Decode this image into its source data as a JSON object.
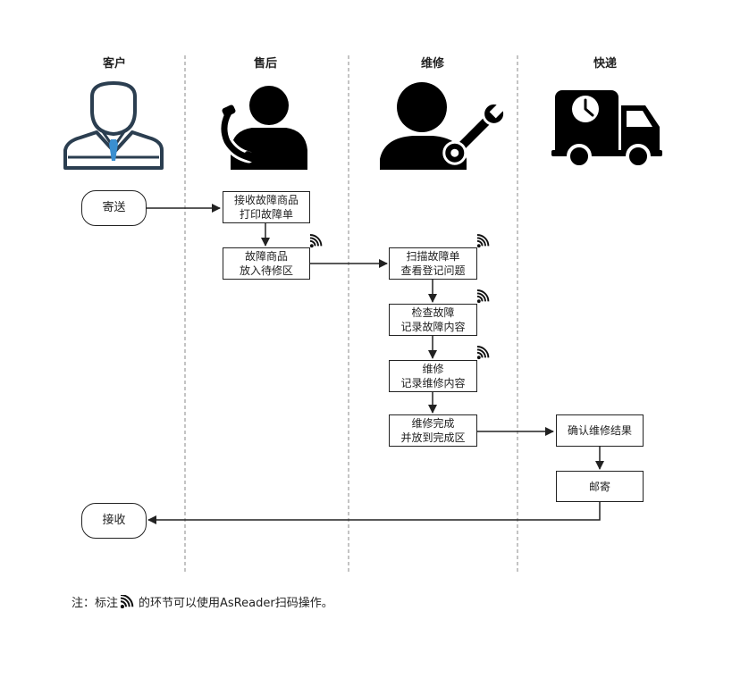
{
  "lanes": [
    {
      "title": "客户",
      "icon": "customer-icon"
    },
    {
      "title": "售后",
      "icon": "phone-support-icon"
    },
    {
      "title": "维修",
      "icon": "repair-technician-icon"
    },
    {
      "title": "快递",
      "icon": "delivery-truck-icon"
    }
  ],
  "nodes": {
    "send": {
      "line1": "寄送"
    },
    "receive_goods": {
      "line1": "接收故障商品",
      "line2": "打印故障单"
    },
    "place_pending": {
      "line1": "故障商品",
      "line2": "放入待修区"
    },
    "scan_order": {
      "line1": "扫描故障单",
      "line2": "查看登记问题"
    },
    "inspect": {
      "line1": "检查故障",
      "line2": "记录故障内容"
    },
    "repair": {
      "line1": "维修",
      "line2": "记录维修内容"
    },
    "repair_done": {
      "line1": "维修完成",
      "line2": "并放到完成区"
    },
    "confirm_result": {
      "line1": "确认维修结果"
    },
    "mail": {
      "line1": "邮寄"
    },
    "receive": {
      "line1": "接收"
    }
  },
  "scan_marker_icon": "rfid-signal-icon",
  "note": {
    "prefix": "注：标注",
    "suffix": "的环节可以使用AsReader扫码操作。"
  },
  "colors": {
    "line": "#222222",
    "lane_divider": "#888888",
    "customer_outline": "#2b3e50",
    "customer_tie": "#3a8fd0"
  }
}
